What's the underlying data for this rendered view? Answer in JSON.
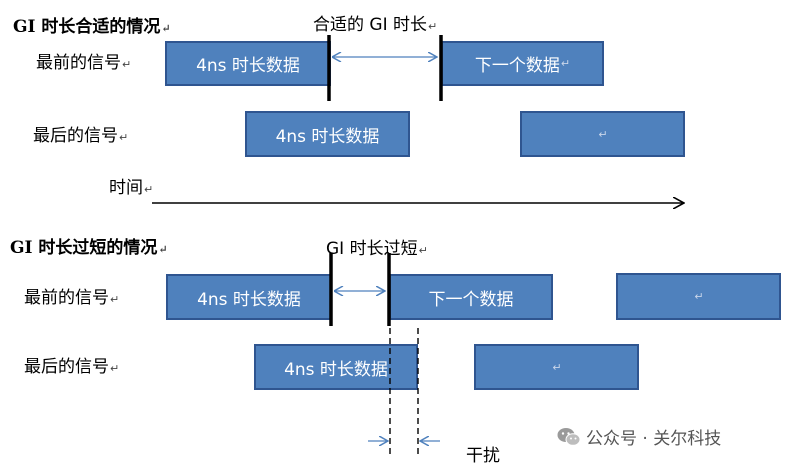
{
  "para_mark": "↵",
  "section1": {
    "title": "GI 时长合适的情况",
    "annotation": "合适的 GI 时长",
    "row_early": {
      "label": "最前的信号",
      "box1": "4ns 时长数据",
      "box2": "下一个数据"
    },
    "row_late": {
      "label": "最后的信号",
      "box1": "4ns 时长数据",
      "box2": ""
    },
    "time_label": "时间"
  },
  "section2": {
    "title": "GI 时长过短的情况",
    "annotation": "GI 时长过短",
    "row_early": {
      "label": "最前的信号",
      "box1": "4ns 时长数据",
      "box2": "下一个数据",
      "box3": ""
    },
    "row_late": {
      "label": "最后的信号",
      "box1": "4ns 时长数据",
      "box2": ""
    },
    "interference_label": "干扰"
  },
  "watermark": {
    "text": "公众号 · 关尔科技",
    "icon": "wechat-icon"
  },
  "colors": {
    "box_fill": "#4f81bd",
    "box_border": "#2f5590",
    "arrow": "#4f81bd"
  }
}
